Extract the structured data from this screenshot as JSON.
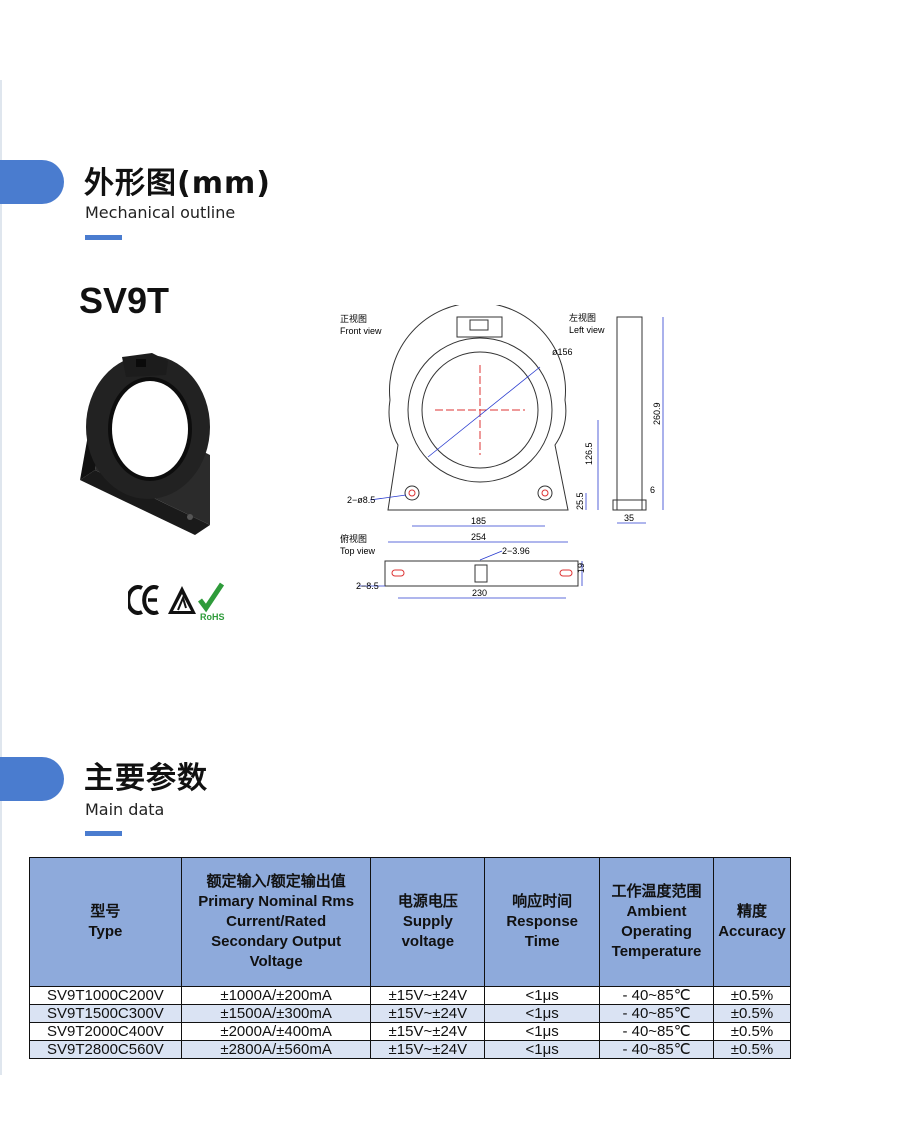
{
  "section1": {
    "title": "外形图(mm)",
    "subtitle": "Mechanical outline"
  },
  "product": {
    "model": "SV9T"
  },
  "certs": {
    "ce": "CE",
    "rohs": "RoHS"
  },
  "drawing": {
    "front_cn": "正视图",
    "front_en": "Front view",
    "left_cn": "左视图",
    "left_en": "Left view",
    "top_cn": "俯视图",
    "top_en": "Top view",
    "dim_diameter": "ø156",
    "dim_holes": "2−ø8.5",
    "dim_height_center": "126.5",
    "dim_hole_height": "25.5",
    "dim_hole_span": "185",
    "dim_base_width": "254",
    "dim_total_height": "260.9",
    "dim_foot": "6",
    "dim_depth": "35",
    "dim_slot_small": "2−3.96",
    "dim_slot": "2−8.5",
    "dim_top_depth": "19",
    "dim_top_span": "230"
  },
  "section2": {
    "title": "主要参数",
    "subtitle": "Main data"
  },
  "table": {
    "headers": [
      {
        "cn": "型号",
        "en": [
          "Type"
        ]
      },
      {
        "cn": "额定输入/额定输出值",
        "en": [
          "Primary Nominal Rms",
          "Current/Rated",
          "Secondary Output",
          "Voltage"
        ]
      },
      {
        "cn": "电源电压",
        "en": [
          "Supply",
          "voltage"
        ]
      },
      {
        "cn": "响应时间",
        "en": [
          "Response",
          "Time"
        ]
      },
      {
        "cn": "工作温度范围",
        "en": [
          "Ambient",
          "Operating",
          "Temperature"
        ]
      },
      {
        "cn": "精度",
        "en": [
          "Accuracy"
        ]
      }
    ],
    "rows": [
      [
        "SV9T1000C200V",
        "±1000A/±200mA",
        "±15V~±24V",
        "<1μs",
        "- 40~85℃",
        "±0.5%"
      ],
      [
        "SV9T1500C300V",
        "±1500A/±300mA",
        "±15V~±24V",
        "<1μs",
        "- 40~85℃",
        "±0.5%"
      ],
      [
        "SV9T2000C400V",
        "±2000A/±400mA",
        "±15V~±24V",
        "<1μs",
        "- 40~85℃",
        "±0.5%"
      ],
      [
        "SV9T2800C560V",
        "±2800A/±560mA",
        "±15V~±24V",
        "<1μs",
        "- 40~85℃",
        "±0.5%"
      ]
    ]
  }
}
